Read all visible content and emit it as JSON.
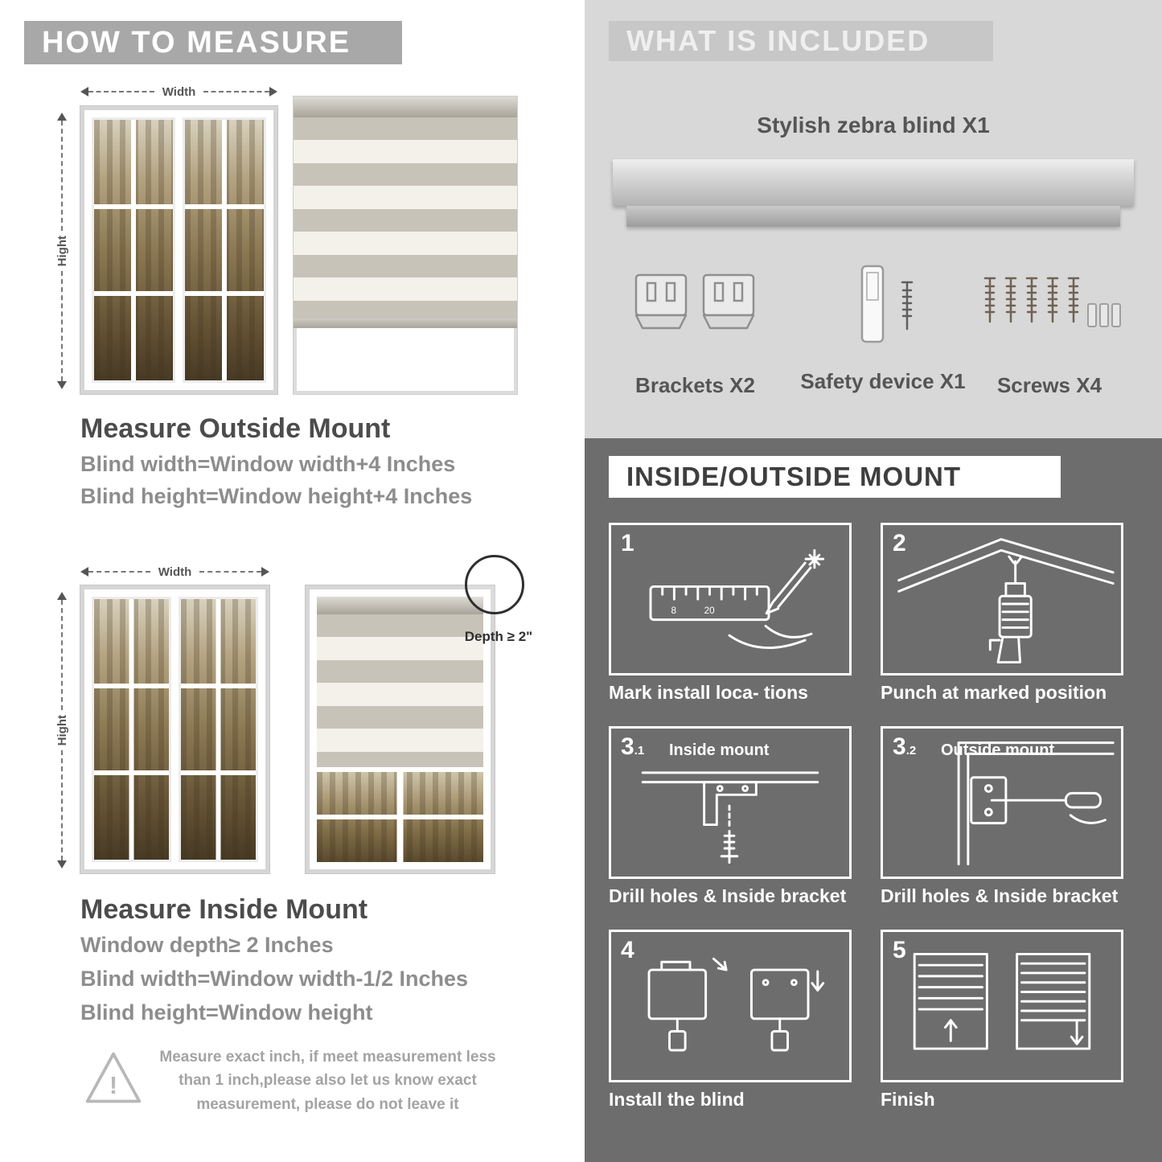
{
  "left": {
    "header": "HOW TO MEASURE",
    "outside": {
      "width_label": "Width",
      "height_label": "Hight",
      "title": "Measure Outside Mount",
      "line1": "Blind width=Window width+4 Inches",
      "line2": "Blind height=Window height+4 Inches"
    },
    "inside": {
      "width_label": "Width",
      "height_label": "Hight",
      "depth_label": "Depth ≥ 2\"",
      "title": "Measure Inside Mount",
      "line1": "Window depth≥ 2 Inches",
      "line2": "Blind width=Window width-1/2 Inches",
      "line3": "Blind height=Window height"
    },
    "warning_text": "Measure exact inch, if meet measurement less than 1 inch,please also let us know exact measurement, please do not leave it"
  },
  "included": {
    "header": "WHAT IS INCLUDED",
    "product_label": "Stylish zebra blind X1",
    "brackets_label": "Brackets X2",
    "safety_label": "Safety device X1",
    "screws_label": "Screws X4"
  },
  "mount": {
    "header": "INSIDE/OUTSIDE MOUNT",
    "steps": [
      {
        "num": "1",
        "sub": "",
        "label": "",
        "caption": "Mark install loca- tions"
      },
      {
        "num": "2",
        "sub": "",
        "label": "",
        "caption": "Punch at  marked position"
      },
      {
        "num": "3",
        "sub": ".1",
        "label": "Inside mount",
        "caption": "Drill holes &  Inside bracket"
      },
      {
        "num": "3",
        "sub": ".2",
        "label": "Outside mount",
        "caption": "Drill holes &  Inside bracket"
      },
      {
        "num": "4",
        "sub": "",
        "label": "",
        "caption": "Install the blind"
      },
      {
        "num": "5",
        "sub": "",
        "label": "",
        "caption": "Finish"
      }
    ]
  },
  "colors": {
    "banner_gray": "#a8a8a8",
    "included_bg": "#d8d8d8",
    "mount_bg": "#6d6d6d",
    "heading_text": "#4c4c4c",
    "body_text": "#8d8d8d",
    "stripe_dark": "#c8c3b8",
    "stripe_light": "#f4f1ea"
  }
}
